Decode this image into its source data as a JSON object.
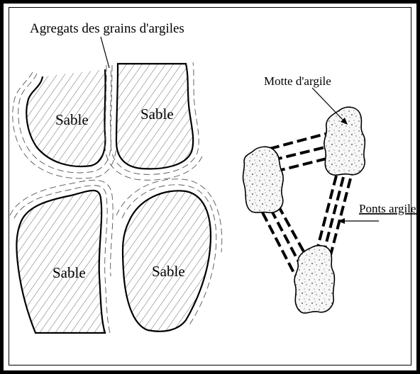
{
  "labels": {
    "aggregates": "Agregats des grains d'argiles",
    "sand": "Sable",
    "clod": "Motte d'argile",
    "bridges": "Ponts argileux"
  }
}
